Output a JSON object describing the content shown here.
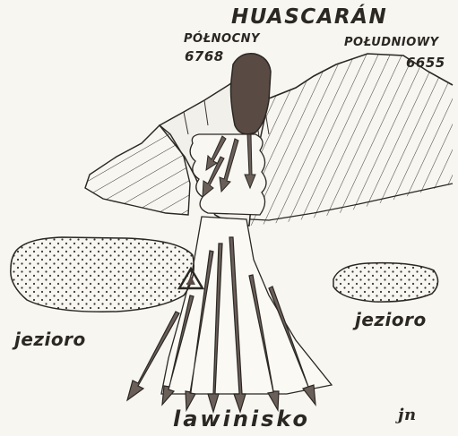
{
  "diagram": {
    "title": "HUASCARÁN",
    "peaks": {
      "north": {
        "name": "PÓŁNOCNY",
        "elevation": "6768"
      },
      "south": {
        "name": "POŁUDNIOWY",
        "elevation": "6655"
      }
    },
    "lakes": {
      "left_label": "jezioro",
      "right_label": "jezioro"
    },
    "avalanche_zone_label": "lawinisko",
    "signature": "jn"
  },
  "colors": {
    "ink": "#2b2723",
    "paper": "#f7f6f1",
    "summit_fill": "#5a4a44",
    "arrow_fill": "#6b5f59"
  },
  "icons": {
    "arrow": "down-arrow",
    "warning": "warning-triangle-icon"
  }
}
